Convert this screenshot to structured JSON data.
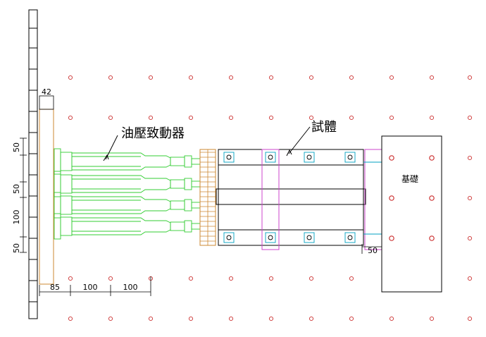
{
  "labels": {
    "actuator": "油壓致動器",
    "specimen": "試體",
    "foundation": "基礎"
  },
  "dimensions": {
    "wall_top": "42",
    "left_50_top": "50",
    "left_50_mid": "50",
    "left_100": "100",
    "left_50_bottom": "50",
    "bottom_85": "85",
    "bottom_100_a": "100",
    "bottom_100_b": "100",
    "right_50": "50"
  },
  "colors": {
    "line": "#000000",
    "actuator": "#33cc33",
    "plate": "#cc8833",
    "specimen_frame": "#cc44cc",
    "anchor": "#00a0c0",
    "floor_hole": "#cc3333"
  }
}
